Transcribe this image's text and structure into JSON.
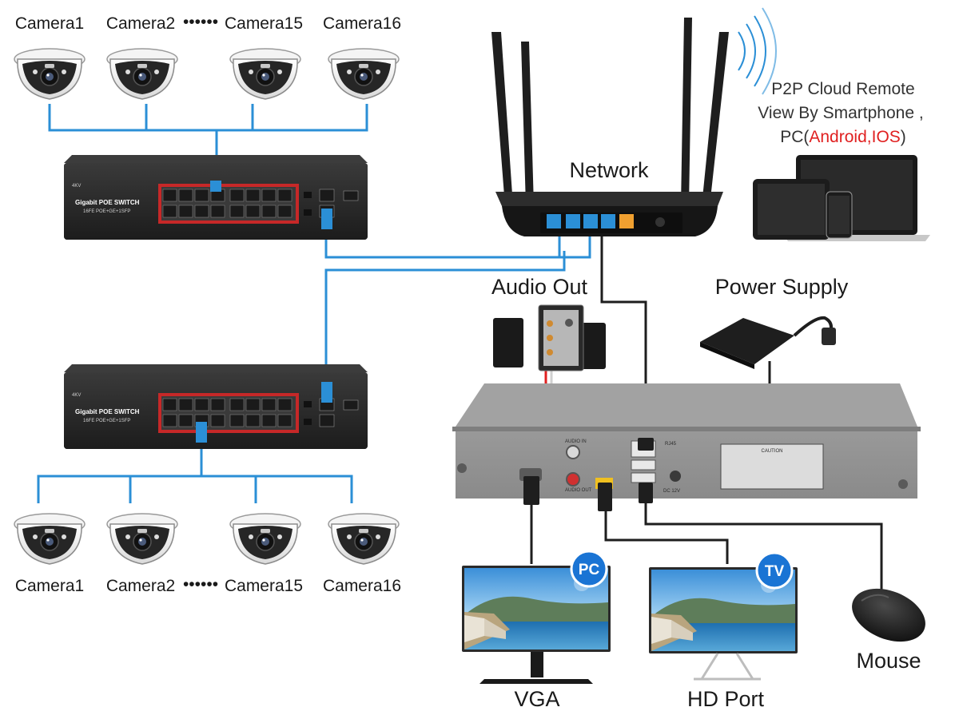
{
  "cameras_top": [
    {
      "label": "Camera1"
    },
    {
      "label": "Camera2"
    },
    {
      "label": "Camera15"
    },
    {
      "label": "Camera16"
    }
  ],
  "cameras_bottom": [
    {
      "label": "Camera1"
    },
    {
      "label": "Camera2"
    },
    {
      "label": "Camera15"
    },
    {
      "label": "Camera16"
    }
  ],
  "camera_ellipsis": "••••••",
  "switch": {
    "brand": "4KV",
    "title": "Gigabit POE SWITCH",
    "subtitle": "16FE POE+GE+1SFP"
  },
  "network": {
    "label": "Network"
  },
  "p2p": {
    "line1": "P2P Cloud Remote",
    "line2": "View By Smartphone ,",
    "line3_prefix": "PC(",
    "line3_android": "Android",
    "line3_sep": ",",
    "line3_ios": "IOS",
    "line3_suffix": ")"
  },
  "audio_out": {
    "label": "Audio Out"
  },
  "power_supply": {
    "label": "Power Supply"
  },
  "nvr": {
    "rj45": "RJ45",
    "audio_in": "AUDIO IN",
    "audio_out": "AUDIO OUT",
    "dc": "DC 12V",
    "caution": "CAUTION"
  },
  "pc": {
    "badge": "PC",
    "label": "VGA"
  },
  "tv": {
    "badge": "TV",
    "label": "HD Port"
  },
  "mouse": {
    "label": "Mouse"
  },
  "colors": {
    "cable_blue": "#2b8fd6",
    "cable_black": "#1e1e1e",
    "cable_red": "#e02020",
    "android_ios": "#e02020",
    "badge_blue": "#1a74d4"
  }
}
